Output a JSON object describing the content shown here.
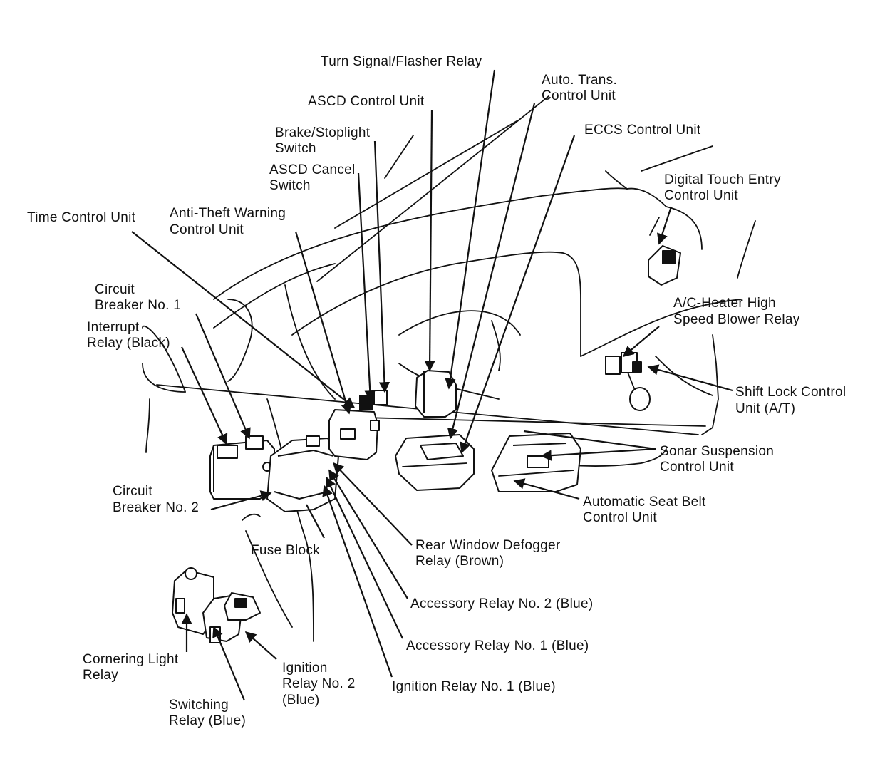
{
  "labels": {
    "turn_signal_flasher_relay": [
      "Turn Signal/Flasher Relay"
    ],
    "auto_trans_control_unit": [
      "Auto. Trans.",
      "Control Unit"
    ],
    "ascd_control_unit": [
      "ASCD Control Unit"
    ],
    "brake_stoplight_switch": [
      "Brake/Stoplight",
      "Switch"
    ],
    "eccs_control_unit": [
      "ECCS Control Unit"
    ],
    "ascd_cancel_switch": [
      "ASCD Cancel",
      "Switch"
    ],
    "digital_touch_entry_control_unit": [
      "Digital Touch Entry",
      "Control Unit"
    ],
    "time_control_unit": [
      "Time Control Unit"
    ],
    "anti_theft_warning_control_unit": [
      "Anti-Theft Warning",
      "Control Unit"
    ],
    "circuit_breaker_no_1": [
      "Circuit",
      "Breaker No. 1"
    ],
    "interrupt_relay_black": [
      "Interrupt",
      "Relay (Black)"
    ],
    "ac_heater_high_speed_blower_relay": [
      "A/C-Heater High",
      "Speed Blower Relay"
    ],
    "shift_lock_control_unit": [
      "Shift Lock Control",
      "Unit (A/T)"
    ],
    "sonar_suspension_control_unit": [
      "Sonar Suspension",
      "Control Unit"
    ],
    "circuit_breaker_no_2": [
      "Circuit",
      "Breaker No. 2"
    ],
    "automatic_seat_belt_control_unit": [
      "Automatic Seat Belt",
      "Control Unit"
    ],
    "fuse_block": [
      "Fuse Block"
    ],
    "rear_window_defogger_relay": [
      "Rear Window Defogger",
      "Relay (Brown)"
    ],
    "accessory_relay_no_2": [
      "Accessory Relay No. 2 (Blue)"
    ],
    "accessory_relay_no_1": [
      "Accessory Relay No. 1 (Blue)"
    ],
    "cornering_light_relay": [
      "Cornering Light",
      "Relay"
    ],
    "ignition_relay_no_2": [
      "Ignition",
      "Relay No. 2",
      "(Blue)"
    ],
    "ignition_relay_no_1": [
      "Ignition Relay No. 1 (Blue)"
    ],
    "switching_relay": [
      "Switching",
      "Relay (Blue)"
    ]
  }
}
